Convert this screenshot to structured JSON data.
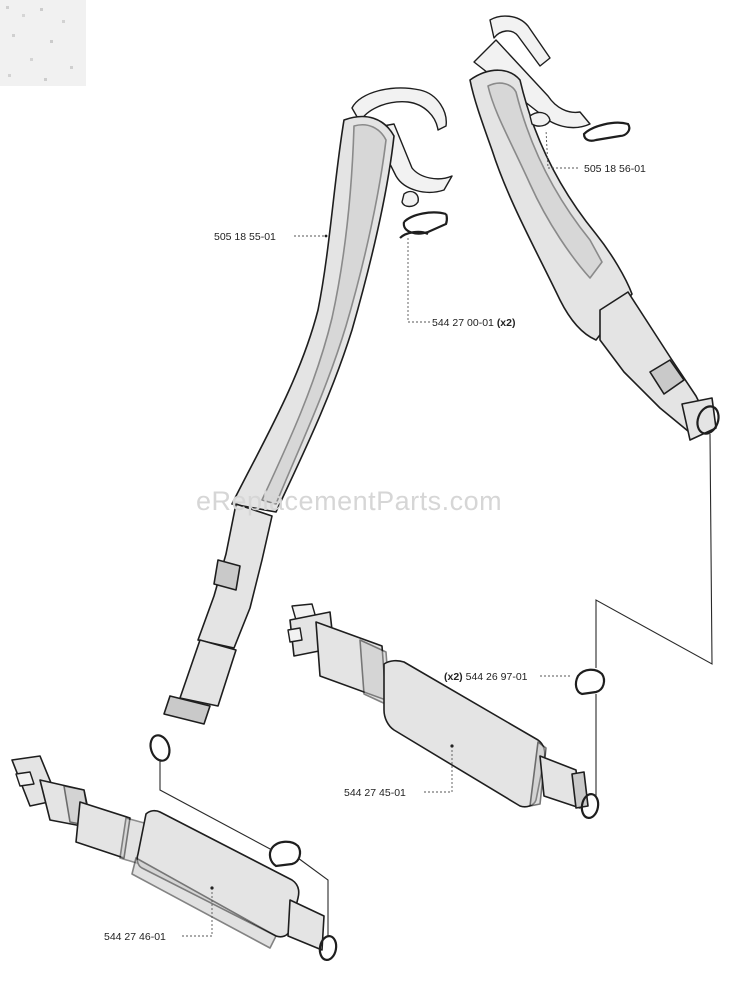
{
  "watermark": "eReplacementParts.com",
  "labels": {
    "strap_left_part": "505 18 55-01",
    "strap_right_part": "505 18 56-01",
    "clip_part": "544 27 00-01",
    "clip_qty": "(x2)",
    "ring_qty": "(x2)",
    "ring_part": "544 26 97-01",
    "belt_right_part": "544 27 45-01",
    "belt_left_part": "544 27 46-01"
  }
}
